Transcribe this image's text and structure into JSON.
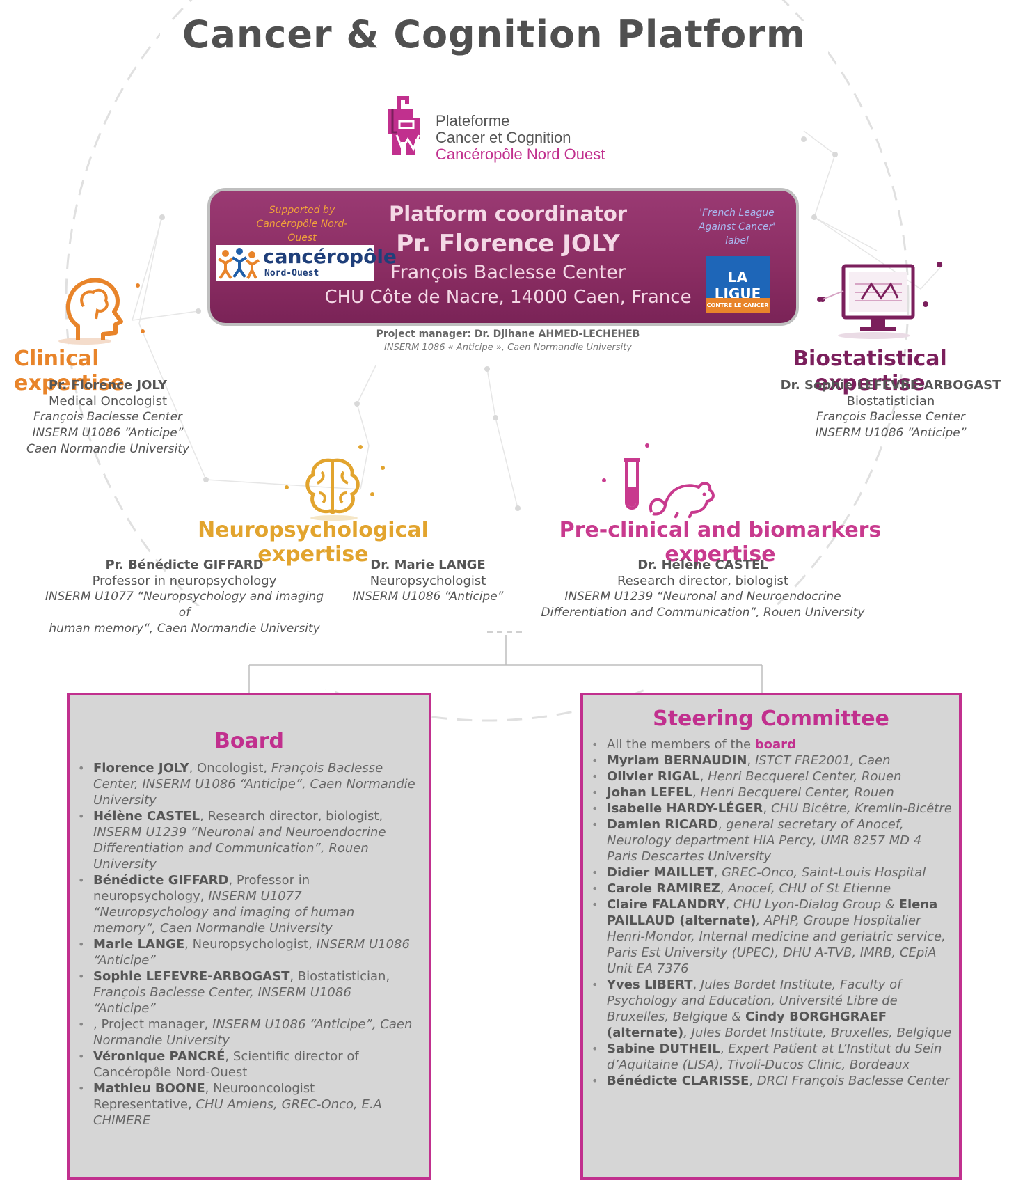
{
  "title": "Cancer & Cognition Platform",
  "logo": {
    "line1": "Plateforme",
    "line2": "Cancer et Cognition",
    "line3": "Cancéropôle Nord Ouest"
  },
  "coordinator": {
    "supported_by": "Supported by Cancéropôle Nord-Ouest",
    "cancero_logo_main": "cancéropôle",
    "cancero_logo_sub": "Nord-Ouest",
    "role": "Platform coordinator",
    "name": "Pr.  Florence JOLY",
    "center": "François Baclesse Center",
    "address": "CHU Côte de Nacre, 14000 Caen, France",
    "league_label": "'French League Against Cancer' label",
    "ligue_logo_main": "LA LIGUE",
    "ligue_logo_sub": "CONTRE LE CANCER"
  },
  "project_manager": {
    "line1": "Project manager: Dr. Djihane AHMED-LECHEHEB",
    "line2": "INSERM 1086 « Anticipe », Caen Normandie University"
  },
  "clinical": {
    "heading": "Clinical expertise",
    "name": "Pr. Florence JOLY",
    "role": "Medical Oncologist",
    "aff1": "François Baclesse Center",
    "aff2": "INSERM U1086 “Anticipe”",
    "aff3": "Caen Normandie University"
  },
  "biostat": {
    "heading": "Biostatistical expertise",
    "name": "Dr. Sophie LEFEVRE-ARBOGAST",
    "role": "Biostatistician",
    "aff1": "François Baclesse Center",
    "aff2": "INSERM U1086 “Anticipe”"
  },
  "neuro": {
    "heading": "Neuropsychological expertise",
    "p1_name": "Pr. Bénédicte GIFFARD",
    "p1_role": "Professor in neuropsychology",
    "p1_aff1": "INSERM U1077 “Neuropsychology and imaging of",
    "p1_aff2": "human memory“, Caen Normandie University",
    "p2_name": "Dr. Marie LANGE",
    "p2_role": "Neuropsychologist",
    "p2_aff1": "INSERM U1086 “Anticipe”"
  },
  "preclinical": {
    "heading": "Pre-clinical and biomarkers expertise",
    "name": "Dr. Hélène CASTEL",
    "role": "Research director, biologist",
    "aff1": "INSERM U1239 “Neuronal and Neuroendocrine",
    "aff2": "Differentiation and Communication”, Rouen University"
  },
  "board": {
    "title": "Board",
    "items": [
      {
        "b": "Florence JOLY",
        "n": ", Oncologist, ",
        "i": "François Baclesse Center, INSERM U1086 “Anticipe”, Caen Normandie University"
      },
      {
        "b": "Hélène CASTEL",
        "n": ", Research director, biologist, ",
        "i": "INSERM U1239 “Neuronal and Neuroendocrine Differentiation and Communication”, Rouen University"
      },
      {
        "b": "Bénédicte GIFFARD",
        "n": ", Professor in neuropsychology, ",
        "i": "INSERM U1077 “Neuropsychology and imaging of human memory“, Caen Normandie University"
      },
      {
        "b": "Marie LANGE",
        "n": ", Neuropsychologist, ",
        "i": "INSERM U1086 “Anticipe”"
      },
      {
        "b": "Sophie LEFEVRE-ARBOGAST",
        "n": ", Biostatistician, ",
        "i": "François Baclesse Center, INSERM U1086 “Anticipe”"
      },
      {
        "b": "",
        "n": ", Project manager, ",
        "i": "INSERM U1086 “Anticipe”, Caen Normandie University"
      },
      {
        "b": "Véronique PANCRÉ",
        "n": ", Scientific director of Cancéropôle Nord-Ouest",
        "i": ""
      },
      {
        "b": "Mathieu BOONE",
        "n": ", Neurooncologist Representative, ",
        "i": "CHU Amiens, GREC-Onco, E.A CHIMERE"
      }
    ]
  },
  "steering": {
    "title": "Steering Committee",
    "first_prefix": "All the members of the ",
    "first_link": "board",
    "items": [
      {
        "b": "Myriam BERNAUDIN",
        "n": ", ",
        "i": "ISTCT FRE2001, Caen"
      },
      {
        "b": "Olivier RIGAL",
        "n": ", ",
        "i": "Henri Becquerel Center, Rouen"
      },
      {
        "b": "Johan LEFEL",
        "n": ", ",
        "i": "Henri Becquerel Center, Rouen"
      },
      {
        "b": "Isabelle HARDY-LÉGER",
        "n": ", ",
        "i": "CHU Bicêtre, Kremlin-Bicêtre"
      },
      {
        "b": "Damien RICARD",
        "n": ", ",
        "i": "general secretary of Anocef, Neurology department HIA Percy, UMR 8257 MD 4 Paris Descartes University"
      },
      {
        "b": "Didier MAILLET",
        "n": ", ",
        "i": "GREC-Onco, Saint-Louis Hospital"
      },
      {
        "b": "Carole RAMIREZ",
        "n": ", ",
        "i": "Anocef, CHU of St Etienne"
      },
      {
        "b": "Claire FALANDRY",
        "n": ", ",
        "i": "CHU Lyon-Dialog Group & ",
        "b2": "Elena PAILLAUD (alternate)",
        "i2": ", APHP, Groupe Hospitalier Henri-Mondor, Internal medicine and geriatric service, Paris Est University (UPEC), DHU A-TVB, IMRB, CEpiA Unit EA 7376"
      },
      {
        "b": "Yves LIBERT",
        "n": ", ",
        "i": "Jules Bordet Institute, Faculty of Psychology and Education, Université Libre de Bruxelles, Belgique & ",
        "b2": "Cindy BORGHGRAEF (alternate)",
        "i2": ", Jules Bordet Institute, Bruxelles, Belgique"
      },
      {
        "b": "Sabine DUTHEIL",
        "n": ", ",
        "i": "Expert Patient at L’Institut du Sein d’Aquitaine (LISA), Tivoli-Ducos Clinic, Bordeaux"
      },
      {
        "b": "Bénédicte CLARISSE",
        "n": ", ",
        "i": "DRCI François Baclesse Center"
      }
    ]
  },
  "colors": {
    "accent": "#c1308e",
    "coordinator_box": "#8a2d62",
    "clinical": "#e8842a",
    "biostat": "#7b1f5c",
    "neuro": "#e2a42e",
    "preclinical": "#c83a8e"
  },
  "icons": [
    "platform-logo-icon",
    "head-brain-icon",
    "monitor-chart-icon",
    "brain-icon",
    "test-tube-icon",
    "rat-icon"
  ]
}
